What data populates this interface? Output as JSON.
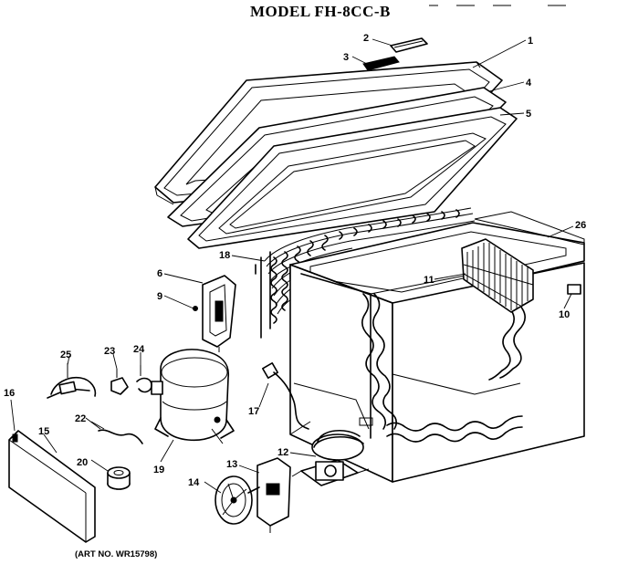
{
  "title": "MODEL FH-8CC-B",
  "art_number": "(ART NO. WR15798)",
  "parts": [
    {
      "key": "p1",
      "label": "1"
    },
    {
      "key": "p2",
      "label": "2"
    },
    {
      "key": "p3",
      "label": "3"
    },
    {
      "key": "p4",
      "label": "4"
    },
    {
      "key": "p5",
      "label": "5"
    },
    {
      "key": "p6",
      "label": "6"
    },
    {
      "key": "p9",
      "label": "9"
    },
    {
      "key": "p10",
      "label": "10"
    },
    {
      "key": "p11",
      "label": "11"
    },
    {
      "key": "p12",
      "label": "12"
    },
    {
      "key": "p13",
      "label": "13"
    },
    {
      "key": "p14",
      "label": "14"
    },
    {
      "key": "p15",
      "label": "15"
    },
    {
      "key": "p16",
      "label": "16"
    },
    {
      "key": "p17",
      "label": "17"
    },
    {
      "key": "p18",
      "label": "18"
    },
    {
      "key": "p19",
      "label": "19"
    },
    {
      "key": "p20",
      "label": "20"
    },
    {
      "key": "p22",
      "label": "22"
    },
    {
      "key": "p23",
      "label": "23"
    },
    {
      "key": "p24",
      "label": "24"
    },
    {
      "key": "p25",
      "label": "25"
    },
    {
      "key": "p26",
      "label": "26"
    }
  ]
}
